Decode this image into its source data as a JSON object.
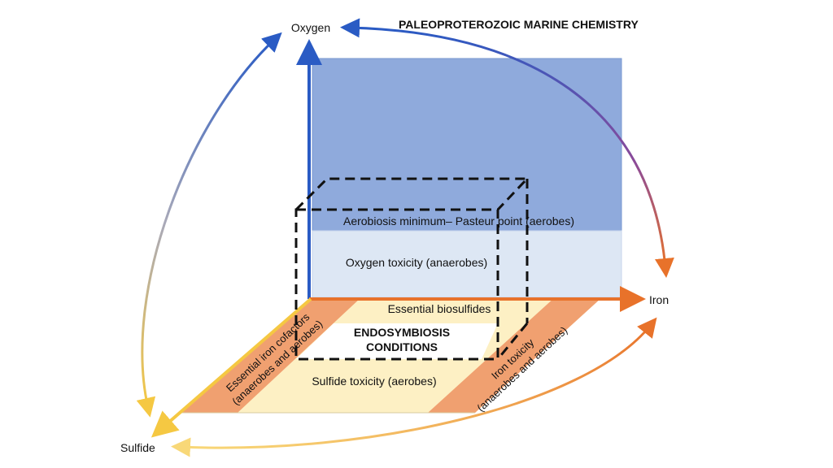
{
  "title": "PALEOPROTEROZOIC MARINE CHEMISTRY",
  "axes": {
    "oxygen": "Oxygen",
    "iron": "Iron",
    "sulfide": "Sulfide"
  },
  "zones": {
    "aerobiosis_minimum": "Aerobiosis minimum– Pasteur point (aerobes)",
    "oxygen_toxicity": "Oxygen toxicity (anaerobes)",
    "essential_biosulfides": "Essential biosulfides",
    "sulfide_toxicity": "Sulfide toxicity (aerobes)",
    "essential_iron_line1": "Essential iron cofactors",
    "essential_iron_line2": "(anaerobes and aerobes)",
    "iron_toxicity_line1": "Iron toxicity",
    "iron_toxicity_line2": "(anaerobes and aerobes)"
  },
  "endosymbiosis": {
    "line1": "ENDOSYMBIOSIS",
    "line2": "CONDITIONS"
  },
  "colors": {
    "oxygen_blue": "#2a5bc4",
    "upper_panel": "#8faadc",
    "lower_panel": "#dde7f4",
    "iron_orange": "#e8722a",
    "sulfide_yellow": "#f5c842",
    "floor_cream": "#fdf0c4",
    "floor_orange": "#f0a070",
    "purple_mid": "#8a4a9a"
  }
}
